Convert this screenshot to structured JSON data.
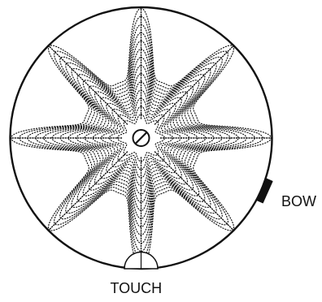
{
  "diagram": {
    "labels": {
      "bow": "BOW",
      "touch": "TOUCH"
    },
    "colors": {
      "ink": "#111111",
      "background": "#ffffff"
    },
    "pattern": {
      "star_points": 8,
      "contour_layers": 14
    },
    "icons": {
      "center_pin": "slotted-screw-icon",
      "bow_marker": "bow-contact-bar-icon",
      "touch_marker": "semicircle-touch-point-icon"
    }
  }
}
